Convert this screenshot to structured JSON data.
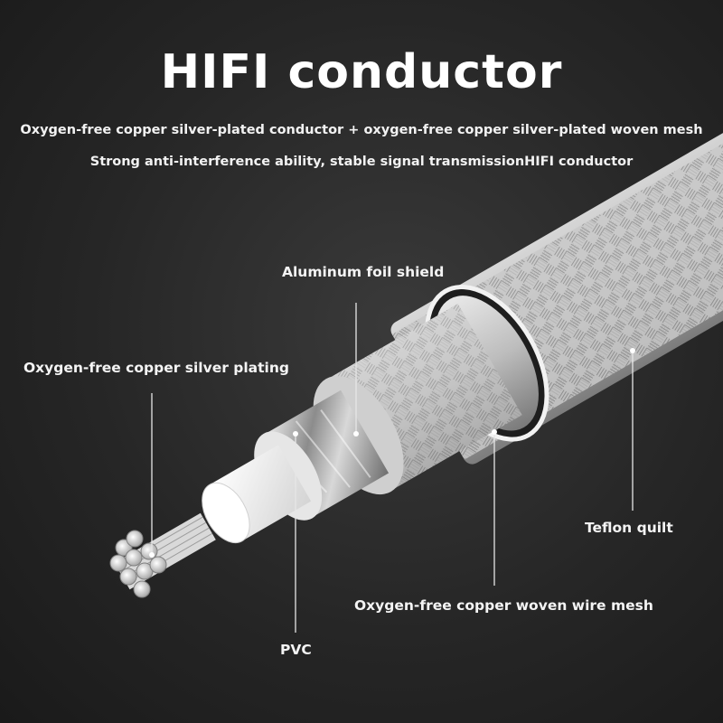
{
  "title": "HIFI conductor",
  "subtitle_lines": [
    "Oxygen-free copper silver-plated conductor + oxygen-free copper silver-plated woven mesh",
    "Strong anti-interference ability, stable signal transmissionHIFI conductor"
  ],
  "labels": {
    "aluminum_foil": "Aluminum foil shield",
    "silver_plating": "Oxygen-free copper silver plating",
    "teflon": "Teflon quilt",
    "woven_mesh": "Oxygen-free copper woven wire mesh",
    "pvc": "PVC"
  },
  "colors": {
    "background": "#262626",
    "text": "#ffffff",
    "leader_line": "#e6e6e6"
  }
}
